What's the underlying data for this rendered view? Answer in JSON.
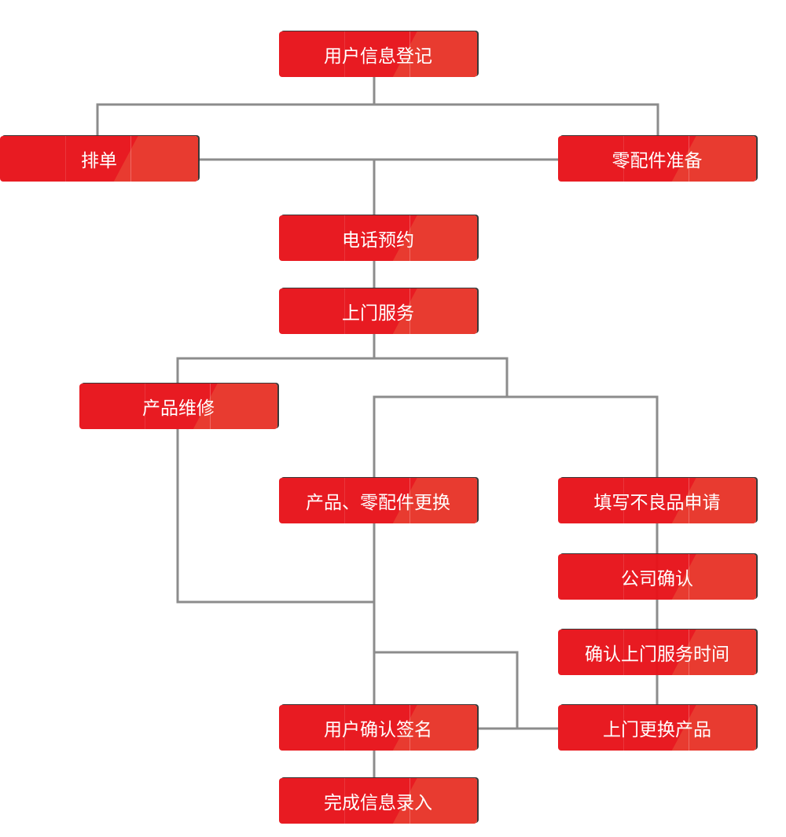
{
  "nodes": {
    "register": "用户信息登记",
    "schedule": "排单",
    "parts_prep": "零配件准备",
    "phone_booking": "电话预约",
    "onsite_service": "上门服务",
    "repair": "产品维修",
    "replace": "产品、零配件更换",
    "defect_form": "填写不良品申请",
    "company_confirm": "公司确认",
    "confirm_time": "确认上门服务时间",
    "onsite_replace": "上门更换产品",
    "user_sign": "用户确认签名",
    "finish_entry": "完成信息录入"
  },
  "colors": {
    "box": "#e8141b",
    "box_accent": "#e8352a",
    "line": "#8c8c8c"
  }
}
